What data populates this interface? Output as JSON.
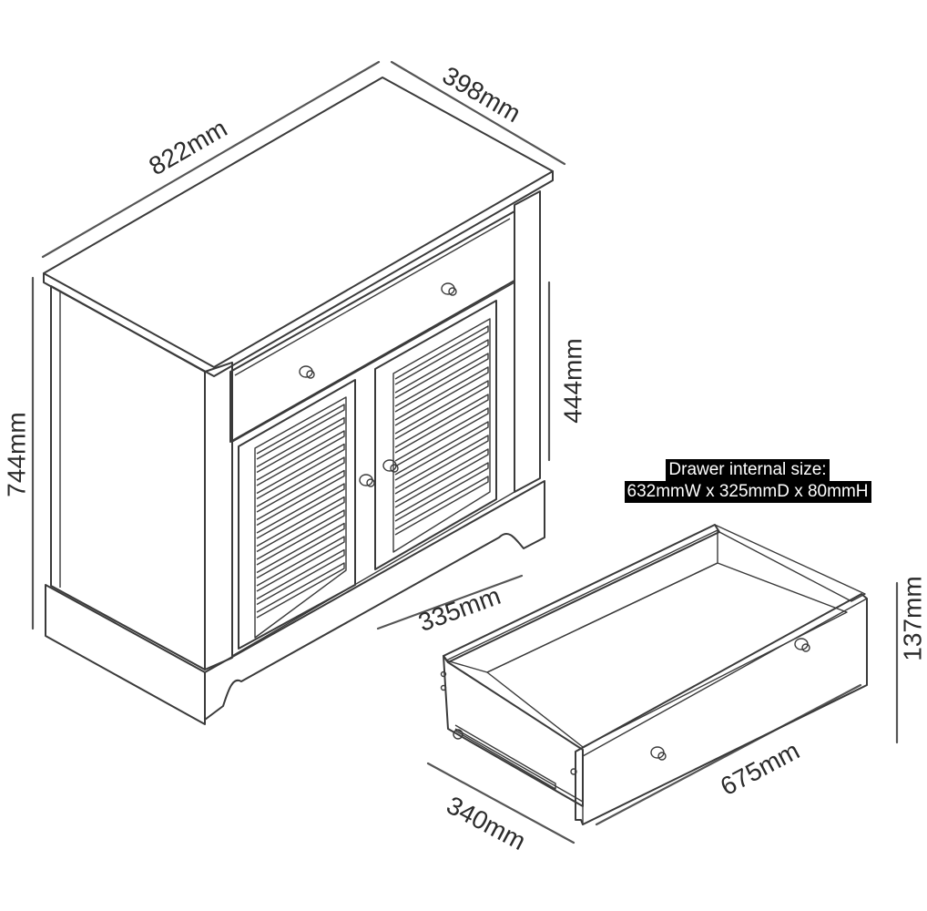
{
  "dimensions": {
    "cabinet_width": "822mm",
    "cabinet_depth": "398mm",
    "cabinet_height": "744mm",
    "top_section_height": "444mm",
    "inner_depth": "335mm",
    "drawer_height": "137mm",
    "drawer_width": "675mm",
    "drawer_depth": "340mm"
  },
  "drawer_note": {
    "line1": "Drawer internal size:",
    "line2": "632mmW x 325mmD x 80mmH"
  },
  "colors": {
    "line": "#3a3a3a",
    "dimension_line": "#555555",
    "note_background": "#000000",
    "note_text": "#ffffff"
  }
}
